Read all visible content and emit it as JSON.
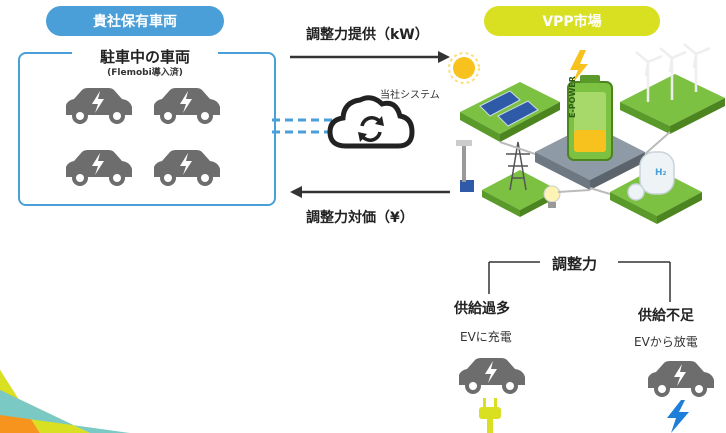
{
  "company_pill": "貴社保有車両",
  "parking_box": {
    "title": "駐車中の車両",
    "subtitle": "(Flemobi導入済)"
  },
  "vpp_pill": "VPP市場",
  "arrow_top_label": "調整力提供（kW）",
  "arrow_bottom_label": "調整力対価（¥）",
  "cloud_label": "当社システム",
  "battery_label": "E-POWER",
  "h2_label": "H₂",
  "adjust_label": "調整力",
  "left_case": {
    "title": "供給過多",
    "desc": "EVに充電"
  },
  "right_case": {
    "title": "供給不足",
    "desc": "EVから放電"
  },
  "colors": {
    "blue": "#4a9fd8",
    "yellow_green": "#d9e021",
    "car_gray": "#6d6d6d",
    "grass": "#7cc142",
    "orange": "#f7941d"
  }
}
